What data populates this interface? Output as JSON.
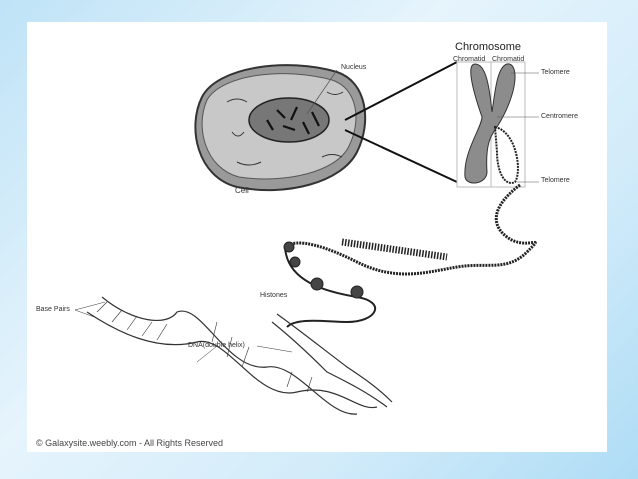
{
  "labels": {
    "chromosome": "Chromosome",
    "chromatid_left": "Chromatid",
    "chromatid_right": "Chromatid",
    "telomere_top": "Telomere",
    "centromere": "Centromere",
    "telomere_bottom": "Telomere",
    "nucleus": "Nucleus",
    "cell": "Cell",
    "histones": "Histones",
    "base_pairs": "Base Pairs",
    "dna": "DNA(double helix)"
  },
  "copyright": "© Galaxysite.weebly.com - All Rights Reserved"
}
